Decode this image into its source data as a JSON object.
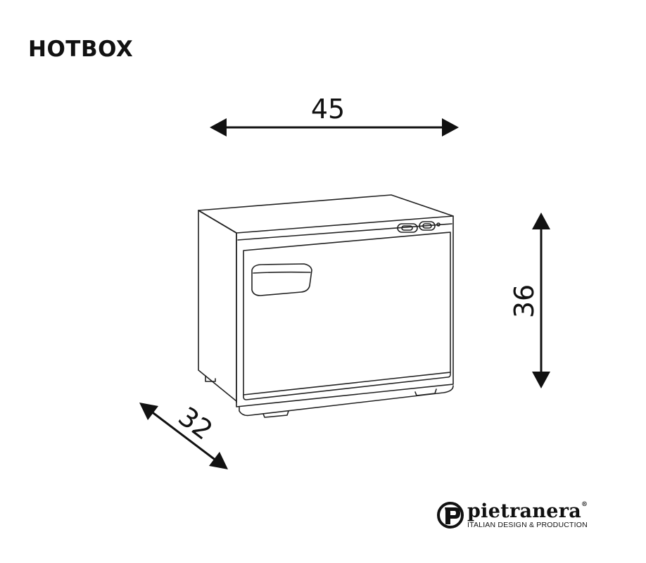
{
  "title": "HOTBOX",
  "dimensions": {
    "width": "45",
    "height": "36",
    "depth": "32"
  },
  "logo": {
    "brand": "pietranera",
    "registered": "®",
    "tagline": "ITALIAN DESIGN & PRODUCTION"
  },
  "colors": {
    "ink": "#111111",
    "background": "#ffffff"
  }
}
